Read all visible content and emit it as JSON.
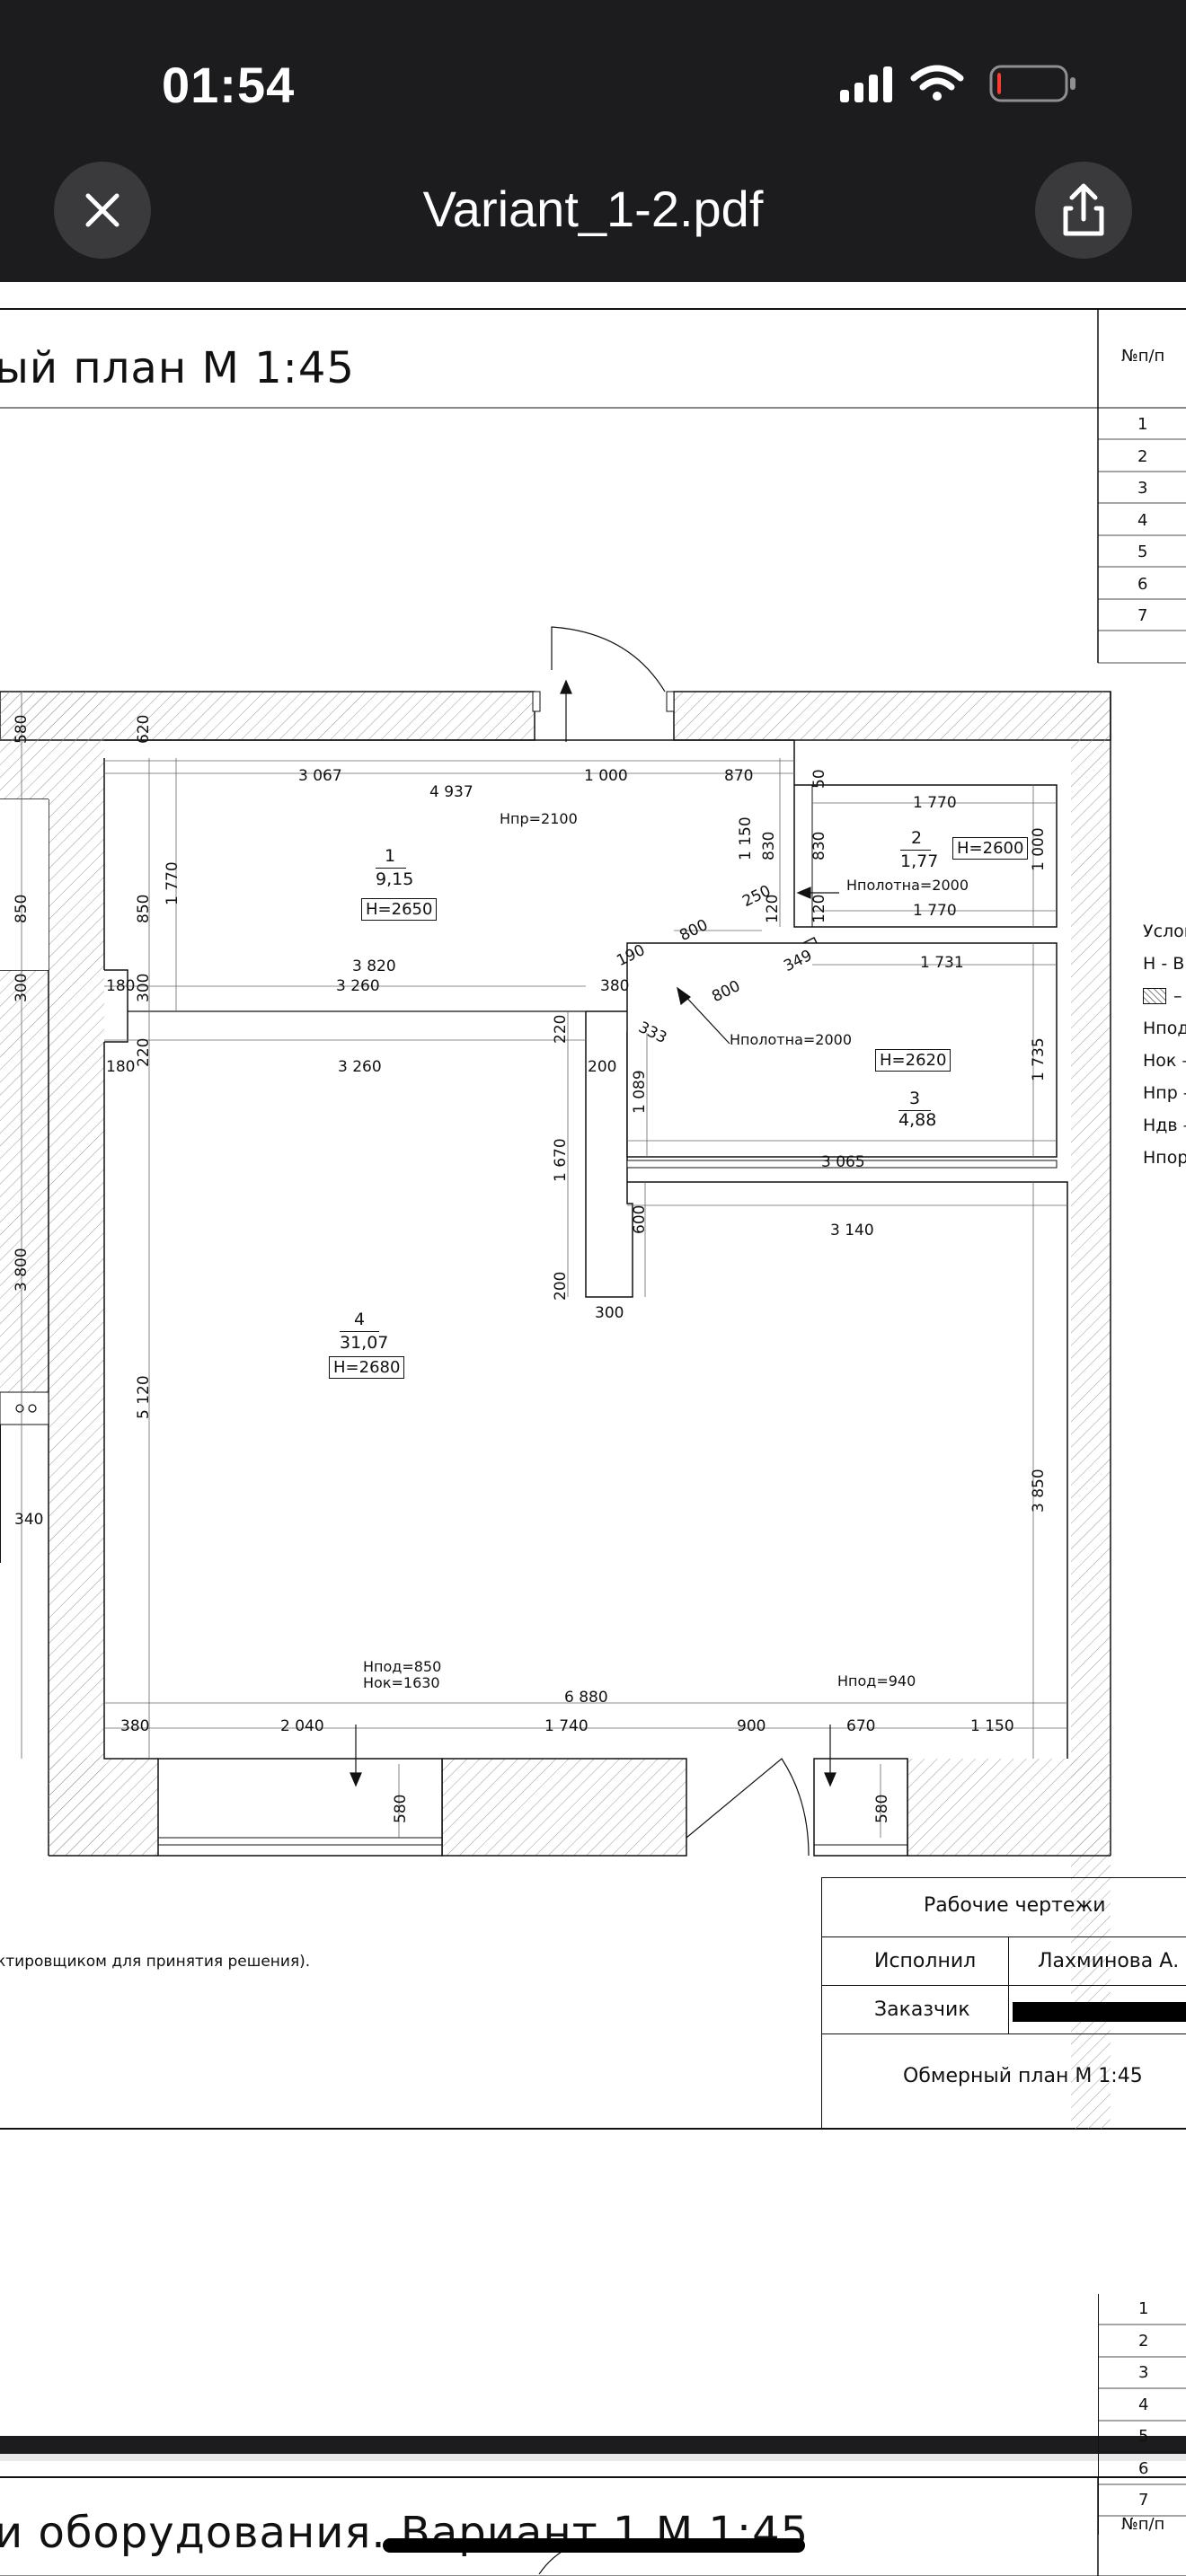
{
  "status_bar": {
    "time": "01:54",
    "icons": [
      "signal-bars-icon",
      "wifi-icon",
      "battery-low-icon"
    ],
    "battery_level": 0.05
  },
  "toolbar": {
    "title": "Variant_1-2.pdf",
    "close_icon": "close-icon",
    "share_icon": "share-icon"
  },
  "page1": {
    "title": "ый план М 1:45",
    "table_header": "№п/п",
    "table_rows": [
      "1",
      "2",
      "3",
      "4",
      "5",
      "6",
      "7"
    ],
    "legend": [
      "Услов",
      "Н - В",
      "–",
      "Нпод –",
      "Нок –",
      "Нпр –",
      "Ндв –",
      "Нпор –"
    ],
    "rooms": [
      {
        "num": "1",
        "area": "9,15",
        "height": "H=2650"
      },
      {
        "num": "2",
        "area": "1,77",
        "height": "H=2600"
      },
      {
        "num": "3",
        "area": "4,88",
        "height": "H=2620"
      },
      {
        "num": "4",
        "area": "31,07",
        "height": "H=2680"
      }
    ],
    "notes": [
      "Нпр=2100",
      "Нполотна=2000",
      "Нполотна=2000",
      "Нпод=850",
      "Нок=1630",
      "Нпод=940"
    ],
    "dims_h": [
      "3 067",
      "1 000",
      "870",
      "4 937",
      "1 770",
      "1 770",
      "3 820",
      "3 260",
      "380",
      "800",
      "250",
      "190",
      "800",
      "349",
      "1 731",
      "333",
      "3 260",
      "200",
      "180",
      "180",
      "3 065",
      "3 140",
      "300",
      "340",
      "6 880",
      "380",
      "2 040",
      "1 740",
      "900",
      "670",
      "1 150"
    ],
    "dims_v": [
      "580",
      "620",
      "850",
      "1 770",
      "300",
      "300",
      "850",
      "220",
      "220",
      "1 150",
      "830",
      "830",
      "120",
      "120",
      "50",
      "1 000",
      "1 089",
      "1 735",
      "1 670",
      "600",
      "200",
      "3 800",
      "5 120",
      "3 850",
      "580",
      "580"
    ],
    "footnote": "ктировщиком для принятия решения).",
    "stamp": {
      "header": "Рабочие чертежи",
      "executor_label": "Исполнил",
      "executor_name": "Лахминова А.",
      "customer_label": "Заказчик",
      "sheet_name": "Обмерный план М 1:45"
    }
  },
  "page2": {
    "title": "и оборудования. Вариант 1 М 1:45",
    "table_header": "№п/п",
    "table_rows": [
      "1",
      "2",
      "3",
      "4",
      "5",
      "6",
      "7"
    ]
  }
}
